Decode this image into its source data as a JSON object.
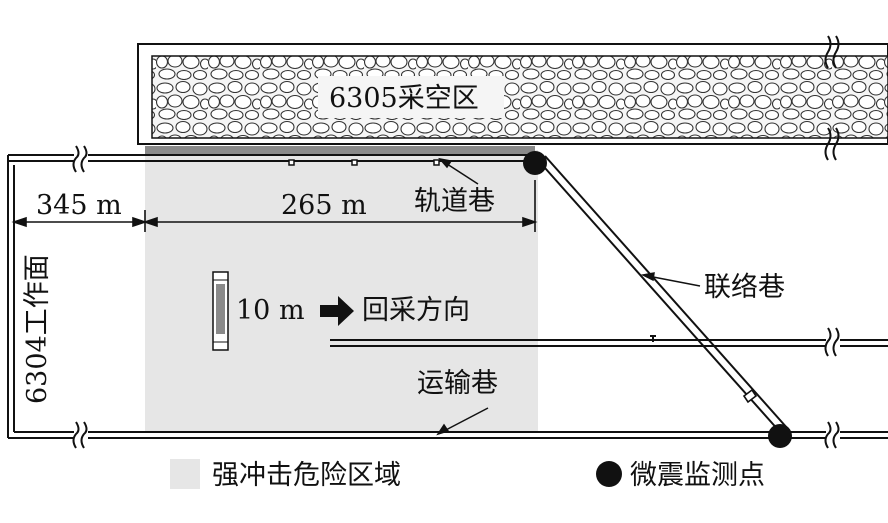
{
  "goaf": {
    "label": "6305采空区"
  },
  "roadways": {
    "track": "轨道巷",
    "connection": "联络巷",
    "transport": "运输巷"
  },
  "workface": {
    "label": "6304工作面",
    "width_label": "10 m"
  },
  "mining_direction": {
    "label": "回采方向"
  },
  "dimensions": {
    "left": "345 m",
    "right": "265 m"
  },
  "legend": {
    "hazard_zone": "强冲击危险区域",
    "monitor_point": "微震监测点"
  },
  "colors": {
    "hazard_zone": "#e6e6e6",
    "line": "#111111",
    "pillar": "#8a8a8a"
  }
}
